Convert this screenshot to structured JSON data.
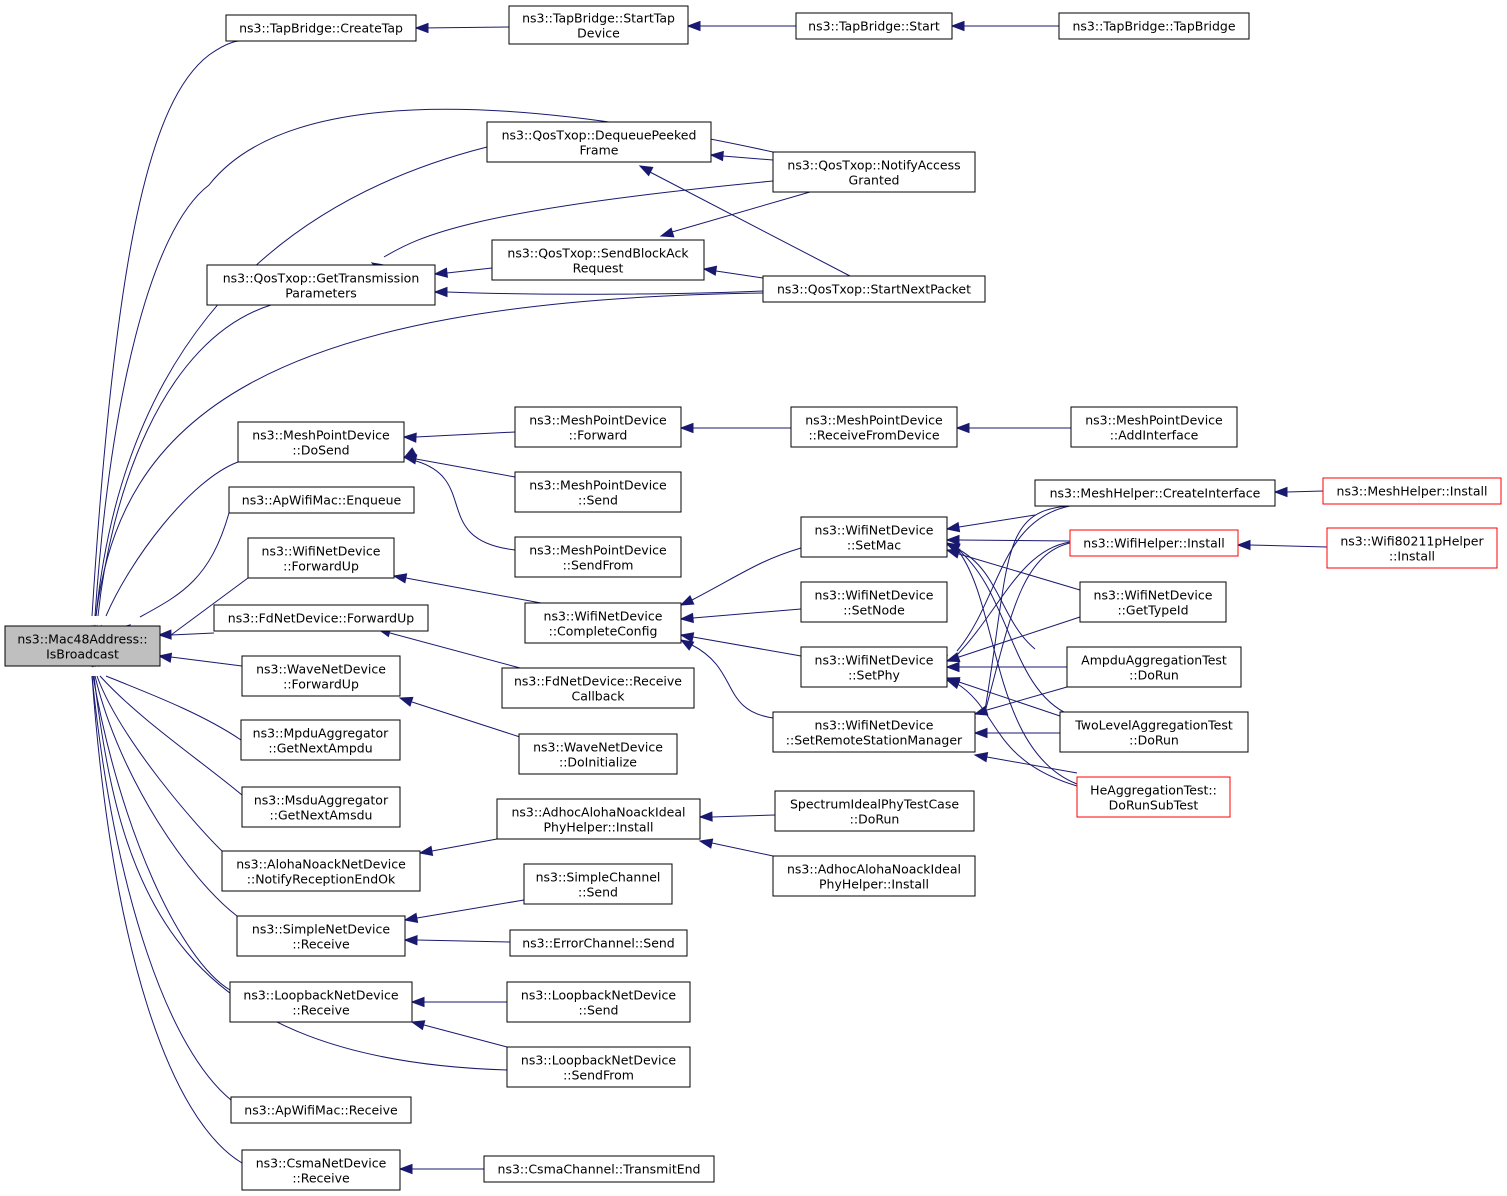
{
  "colors": {
    "edge": "#191970",
    "node_border": "#000000",
    "truncated_border": "#ff0000",
    "root_fill": "#bfbfbf"
  },
  "nodes": {
    "root": [
      "ns3::Mac48Address::",
      "IsBroadcast"
    ],
    "tb_createtap": [
      "ns3::TapBridge::CreateTap"
    ],
    "tb_starttap": [
      "ns3::TapBridge::StartTap",
      "Device"
    ],
    "tb_start": [
      "ns3::TapBridge::Start"
    ],
    "tb_tapbridge": [
      "ns3::TapBridge::TapBridge"
    ],
    "qt_dequeue": [
      "ns3::QosTxop::DequeuePeeked",
      "Frame"
    ],
    "qt_notify": [
      "ns3::QosTxop::NotifyAccess",
      "Granted"
    ],
    "qt_sendblock": [
      "ns3::QosTxop::SendBlockAck",
      "Request"
    ],
    "qt_gettx": [
      "ns3::QosTxop::GetTransmission",
      "Parameters"
    ],
    "qt_startnext": [
      "ns3::QosTxop::StartNextPacket"
    ],
    "mp_dosend": [
      "ns3::MeshPointDevice",
      "::DoSend"
    ],
    "mp_forward": [
      "ns3::MeshPointDevice",
      "::Forward"
    ],
    "mp_receivefrom": [
      "ns3::MeshPointDevice",
      "::ReceiveFromDevice"
    ],
    "mp_addinterface": [
      "ns3::MeshPointDevice",
      "::AddInterface"
    ],
    "mp_send": [
      "ns3::MeshPointDevice",
      "::Send"
    ],
    "mp_sendfrom": [
      "ns3::MeshPointDevice",
      "::SendFrom"
    ],
    "ap_enqueue": [
      "ns3::ApWifiMac::Enqueue"
    ],
    "mh_createif": [
      "ns3::MeshHelper::CreateInterface"
    ],
    "mh_install": [
      "ns3::MeshHelper::Install"
    ],
    "wd_forwardup": [
      "ns3::WifiNetDevice",
      "::ForwardUp"
    ],
    "wd_setmac": [
      "ns3::WifiNetDevice",
      "::SetMac"
    ],
    "wh_install": [
      "ns3::WifiHelper::Install"
    ],
    "w80211p_install": [
      "ns3::Wifi80211pHelper",
      "::Install"
    ],
    "wd_complete": [
      "ns3::WifiNetDevice",
      "::CompleteConfig"
    ],
    "wd_setnode": [
      "ns3::WifiNetDevice",
      "::SetNode"
    ],
    "wd_gettypeid": [
      "ns3::WifiNetDevice",
      "::GetTypeId"
    ],
    "fd_forwardup": [
      "ns3::FdNetDevice::ForwardUp"
    ],
    "wd_setphy": [
      "ns3::WifiNetDevice",
      "::SetPhy"
    ],
    "ampdu_test": [
      "AmpduAggregationTest",
      "::DoRun"
    ],
    "wave_forwardup": [
      "ns3::WaveNetDevice",
      "::ForwardUp"
    ],
    "fd_receivecb": [
      "ns3::FdNetDevice::Receive",
      "Callback"
    ],
    "wd_setrsm": [
      "ns3::WifiNetDevice",
      "::SetRemoteStationManager"
    ],
    "twolevel_test": [
      "TwoLevelAggregationTest",
      "::DoRun"
    ],
    "mpdu_agg": [
      "ns3::MpduAggregator",
      "::GetNextAmpdu"
    ],
    "wave_doinit": [
      "ns3::WaveNetDevice",
      "::DoInitialize"
    ],
    "he_test": [
      "HeAggregationTest::",
      "DoRunSubTest"
    ],
    "msdu_agg": [
      "ns3::MsduAggregator",
      "::GetNextAmsdu"
    ],
    "adhoc_install1": [
      "ns3::AdhocAlohaNoackIdeal",
      "PhyHelper::Install"
    ],
    "spectrum_test": [
      "SpectrumIdealPhyTestCase",
      "::DoRun"
    ],
    "aloha_notify": [
      "ns3::AlohaNoackNetDevice",
      "::NotifyReceptionEndOk"
    ],
    "adhoc_install2": [
      "ns3::AdhocAlohaNoackIdeal",
      "PhyHelper::Install"
    ],
    "sc_send": [
      "ns3::SimpleChannel",
      "::Send"
    ],
    "snd_receive": [
      "ns3::SimpleNetDevice",
      "::Receive"
    ],
    "ec_send": [
      "ns3::ErrorChannel::Send"
    ],
    "lb_receive": [
      "ns3::LoopbackNetDevice",
      "::Receive"
    ],
    "lb_send": [
      "ns3::LoopbackNetDevice",
      "::Send"
    ],
    "lb_sendfrom": [
      "ns3::LoopbackNetDevice",
      "::SendFrom"
    ],
    "ap_receive": [
      "ns3::ApWifiMac::Receive"
    ],
    "cs_receive": [
      "ns3::CsmaNetDevice",
      "::Receive"
    ],
    "cc_transmitend": [
      "ns3::CsmaChannel::TransmitEnd"
    ]
  }
}
